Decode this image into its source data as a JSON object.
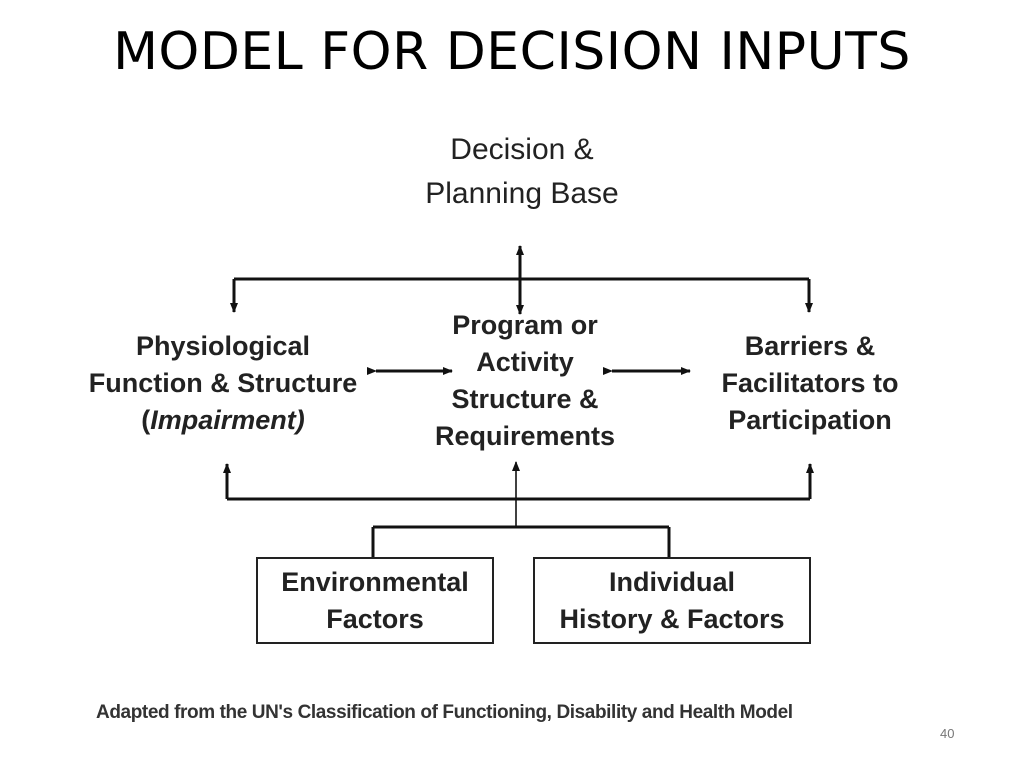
{
  "slide": {
    "title": "MODEL FOR DECISION INPUTS",
    "page_number": "40",
    "caption": "Adapted from the UN's Classification of Functioning, Disability and Health Model"
  },
  "diagram": {
    "top_node": {
      "line1": "Decision &",
      "line2": "Planning Base"
    },
    "left_node": {
      "line1": "Physiological",
      "line2": "Function & Structure",
      "line3_open": "(",
      "line3_italic": "Impairment)",
      "line3_close": ""
    },
    "center_node": {
      "line1": "Program or",
      "line2": "Activity",
      "line3": "Structure &",
      "line4": "Requirements"
    },
    "right_node": {
      "line1": "Barriers &",
      "line2": "Facilitators to",
      "line3": "Participation"
    },
    "env_box": {
      "line1": "Environmental",
      "line2": "Factors"
    },
    "ind_box": {
      "line1": "Individual",
      "line2": "History & Factors"
    },
    "line_color": "#111111"
  }
}
